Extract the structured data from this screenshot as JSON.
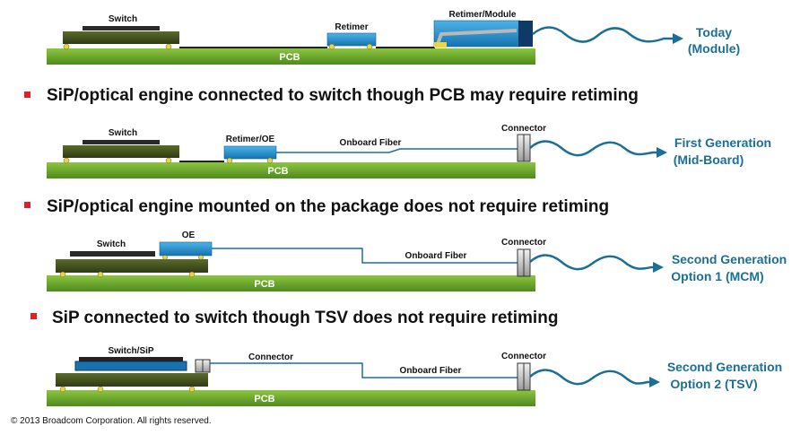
{
  "rows": [
    {
      "pcb": "PCB",
      "labels": {
        "switch": "Switch",
        "retimer": "Retimer",
        "module": "Retimer/Module"
      },
      "gen": [
        "Today",
        "(Module)"
      ]
    },
    {
      "bullet": "SiP/optical engine connected to switch though PCB may require retiming",
      "pcb": "PCB",
      "labels": {
        "switch": "Switch",
        "oe": "Retimer/OE",
        "fiber": "Onboard Fiber",
        "connector": "Connector"
      },
      "gen": [
        "First Generation",
        "(Mid-Board)"
      ]
    },
    {
      "bullet": "SiP/optical engine mounted on the package does not require retiming",
      "pcb": "PCB",
      "labels": {
        "switch": "Switch",
        "oe": "OE",
        "fiber": "Onboard Fiber",
        "connector": "Connector"
      },
      "gen": [
        "Second Generation",
        "Option 1 (MCM)"
      ]
    },
    {
      "bullet": "SiP connected to switch though TSV does not require retiming",
      "pcb": "PCB",
      "labels": {
        "switch": "Switch/SiP",
        "connector1": "Connector",
        "fiber": "Onboard Fiber",
        "connector2": "Connector"
      },
      "gen": [
        "Second Generation",
        "Option 2 (TSV)"
      ]
    }
  ],
  "copyright": "© 2013 Broadcom Corporation.  All rights reserved.",
  "colors": {
    "pcb": "#6aa12e",
    "package": "#3e4a1e",
    "blue": "#1e88c7",
    "teal": "#1b6f96",
    "bullet": "#e21f26",
    "solder": "#e8d63a"
  }
}
